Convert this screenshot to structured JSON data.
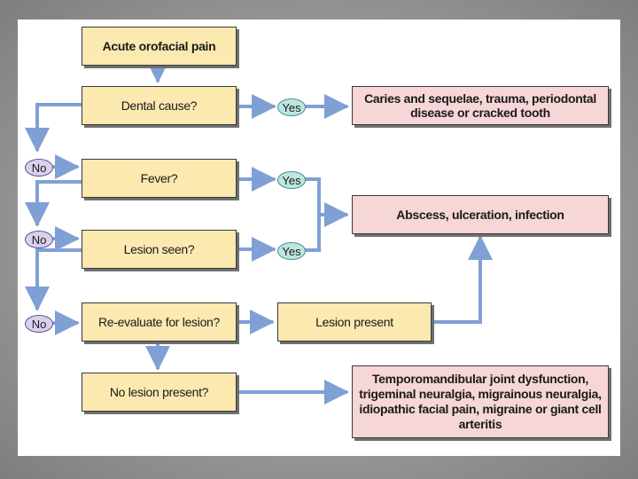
{
  "flowchart": {
    "start": "Acute orofacial pain",
    "q_dental": "Dental cause?",
    "q_fever": "Fever?",
    "q_lesion": "Lesion seen?",
    "q_reevaluate": "Re-evaluate for lesion?",
    "q_no_lesion": "No lesion present?",
    "lesion_present": "Lesion present",
    "out_dental": "Caries and sequelae, trauma, periodontal disease or cracked tooth",
    "out_infection": "Abscess, ulceration, infection",
    "out_other": "Temporomandibular joint dysfunction, trigeminal neuralgia, migrainous neuralgia, idiopathic facial pain, migraine or giant cell arteritis",
    "yes": "Yes",
    "no": "No"
  },
  "colors": {
    "arrow": "#7fa0d4",
    "question_fill": "#fbe9b0",
    "outcome_fill": "#f6d6d7",
    "yes_fill": "#bfe5e1",
    "no_fill": "#d9d0ee"
  }
}
